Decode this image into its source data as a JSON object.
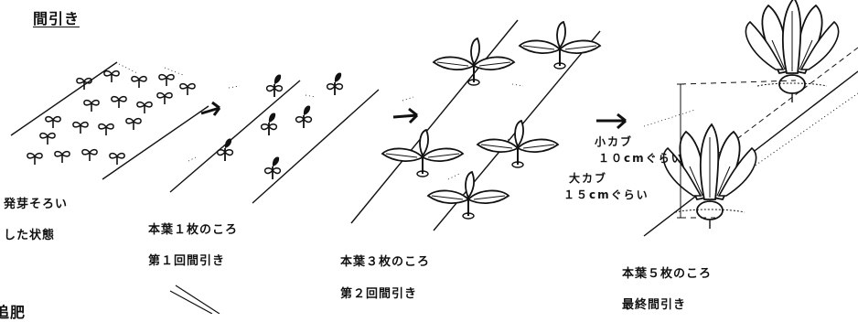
{
  "title": "間引き",
  "stages": [
    {
      "line1": "発芽そろい",
      "line2": "した状態"
    },
    {
      "line1": "本葉１枚のころ",
      "line2": "第１回間引き"
    },
    {
      "line1": "本葉３枚のころ",
      "line2": "第２回間引き"
    },
    {
      "line1": "本葉５枚のころ",
      "line2": "最終間引き"
    }
  ],
  "spacing": {
    "small_turnip_label": "小カブ",
    "small_turnip_value": "１０cmぐらい",
    "large_turnip_label": "大カブ",
    "large_turnip_value": "１５cmぐらい"
  },
  "corner_text": "追肥",
  "colors": {
    "ink": "#111111",
    "background": "#ffffff"
  }
}
